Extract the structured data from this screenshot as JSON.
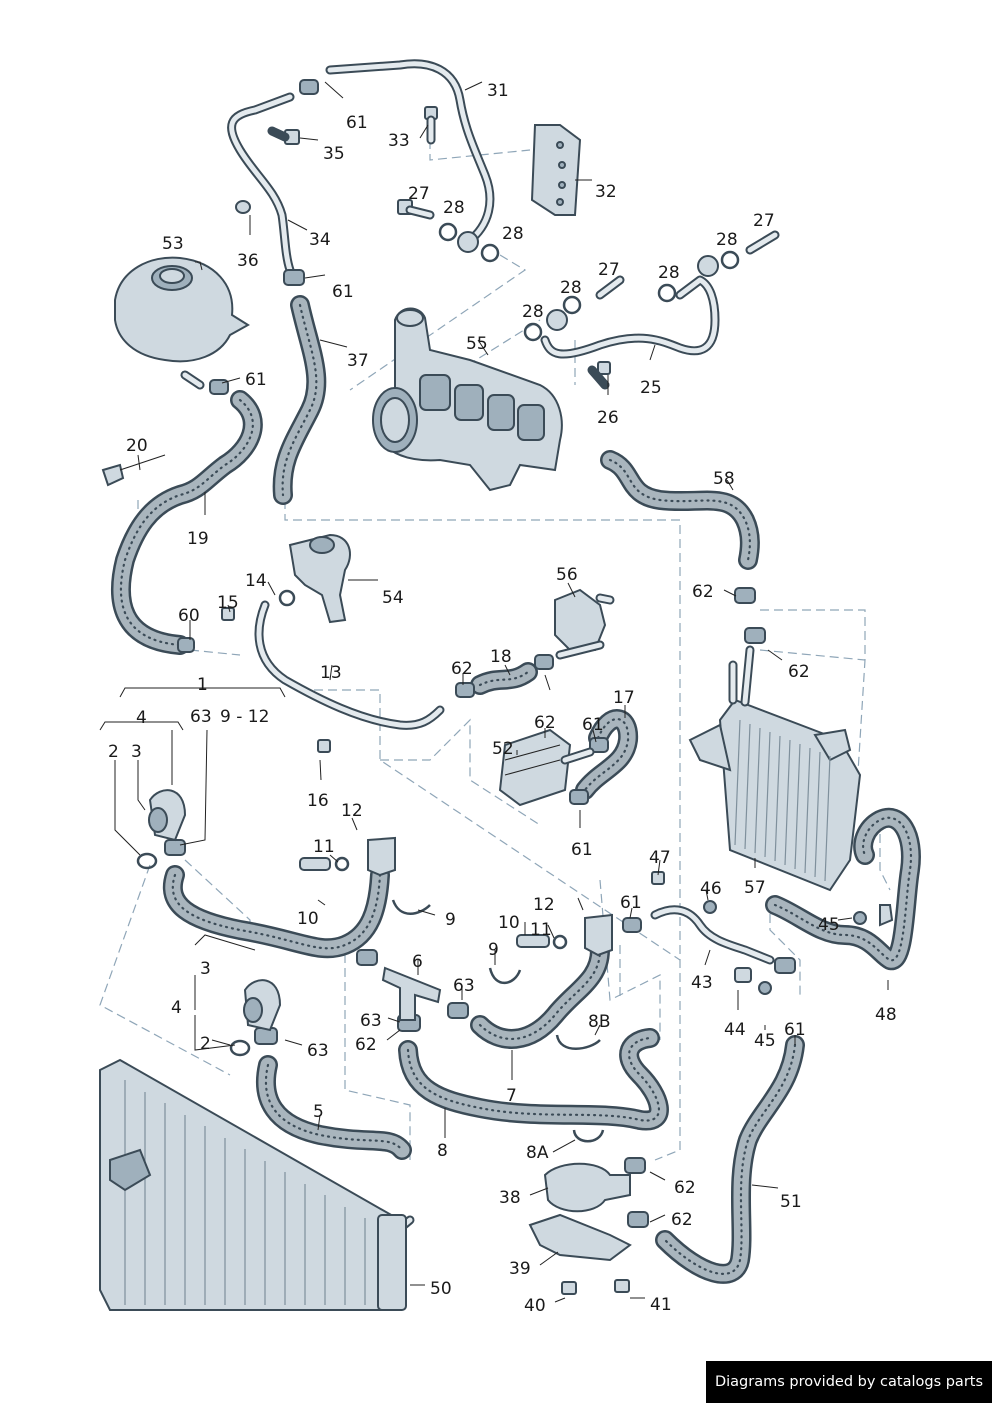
{
  "labels": [
    {
      "id": "31",
      "text": "31"
    },
    {
      "id": "61a",
      "text": "61"
    },
    {
      "id": "33",
      "text": "33"
    },
    {
      "id": "35",
      "text": "35"
    },
    {
      "id": "32",
      "text": "32"
    },
    {
      "id": "27a",
      "text": "27"
    },
    {
      "id": "28a",
      "text": "28"
    },
    {
      "id": "28b",
      "text": "28"
    },
    {
      "id": "27b",
      "text": "27"
    },
    {
      "id": "28c",
      "text": "28"
    },
    {
      "id": "36",
      "text": "36"
    },
    {
      "id": "34",
      "text": "34"
    },
    {
      "id": "53",
      "text": "53"
    },
    {
      "id": "61b",
      "text": "61"
    },
    {
      "id": "28d",
      "text": "28"
    },
    {
      "id": "27c",
      "text": "27"
    },
    {
      "id": "28e",
      "text": "28"
    },
    {
      "id": "28f",
      "text": "28"
    },
    {
      "id": "37",
      "text": "37"
    },
    {
      "id": "55",
      "text": "55"
    },
    {
      "id": "61c",
      "text": "61"
    },
    {
      "id": "25",
      "text": "25"
    },
    {
      "id": "26",
      "text": "26"
    },
    {
      "id": "20",
      "text": "20"
    },
    {
      "id": "58",
      "text": "58"
    },
    {
      "id": "19",
      "text": "19"
    },
    {
      "id": "14",
      "text": "14"
    },
    {
      "id": "54",
      "text": "54"
    },
    {
      "id": "56",
      "text": "56"
    },
    {
      "id": "62a",
      "text": "62"
    },
    {
      "id": "15",
      "text": "15"
    },
    {
      "id": "60",
      "text": "60"
    },
    {
      "id": "62b",
      "text": "62"
    },
    {
      "id": "18",
      "text": "18"
    },
    {
      "id": "62c",
      "text": "62"
    },
    {
      "id": "13",
      "text": "13"
    },
    {
      "id": "1",
      "text": "1"
    },
    {
      "id": "17",
      "text": "17"
    },
    {
      "id": "4a",
      "text": "4"
    },
    {
      "id": "63a",
      "text": "63"
    },
    {
      "id": "912",
      "text": "9 - 12"
    },
    {
      "id": "62d",
      "text": "62"
    },
    {
      "id": "61d",
      "text": "61"
    },
    {
      "id": "52",
      "text": "52"
    },
    {
      "id": "2a",
      "text": "2"
    },
    {
      "id": "3a",
      "text": "3"
    },
    {
      "id": "16",
      "text": "16"
    },
    {
      "id": "12a",
      "text": "12"
    },
    {
      "id": "61e",
      "text": "61"
    },
    {
      "id": "11a",
      "text": "11"
    },
    {
      "id": "47",
      "text": "47"
    },
    {
      "id": "46",
      "text": "46"
    },
    {
      "id": "57",
      "text": "57"
    },
    {
      "id": "10a",
      "text": "10"
    },
    {
      "id": "9a",
      "text": "9"
    },
    {
      "id": "12b",
      "text": "12"
    },
    {
      "id": "61f",
      "text": "61"
    },
    {
      "id": "45a",
      "text": "45"
    },
    {
      "id": "10b",
      "text": "10"
    },
    {
      "id": "11b",
      "text": "11"
    },
    {
      "id": "9b",
      "text": "9"
    },
    {
      "id": "3b",
      "text": "3"
    },
    {
      "id": "6",
      "text": "6"
    },
    {
      "id": "43",
      "text": "43"
    },
    {
      "id": "4b",
      "text": "4"
    },
    {
      "id": "63b",
      "text": "63"
    },
    {
      "id": "48",
      "text": "48"
    },
    {
      "id": "63c",
      "text": "63"
    },
    {
      "id": "8B",
      "text": "8B"
    },
    {
      "id": "44",
      "text": "44"
    },
    {
      "id": "61g",
      "text": "61"
    },
    {
      "id": "2b",
      "text": "2"
    },
    {
      "id": "62e",
      "text": "62"
    },
    {
      "id": "63d",
      "text": "63"
    },
    {
      "id": "45b",
      "text": "45"
    },
    {
      "id": "7",
      "text": "7"
    },
    {
      "id": "5",
      "text": "5"
    },
    {
      "id": "8",
      "text": "8"
    },
    {
      "id": "8A",
      "text": "8A"
    },
    {
      "id": "62f",
      "text": "62"
    },
    {
      "id": "38",
      "text": "38"
    },
    {
      "id": "51",
      "text": "51"
    },
    {
      "id": "62g",
      "text": "62"
    },
    {
      "id": "39",
      "text": "39"
    },
    {
      "id": "50",
      "text": "50"
    },
    {
      "id": "40",
      "text": "40"
    },
    {
      "id": "41",
      "text": "41"
    }
  ],
  "footer": {
    "credit": "Diagrams provided by catalogs parts"
  }
}
